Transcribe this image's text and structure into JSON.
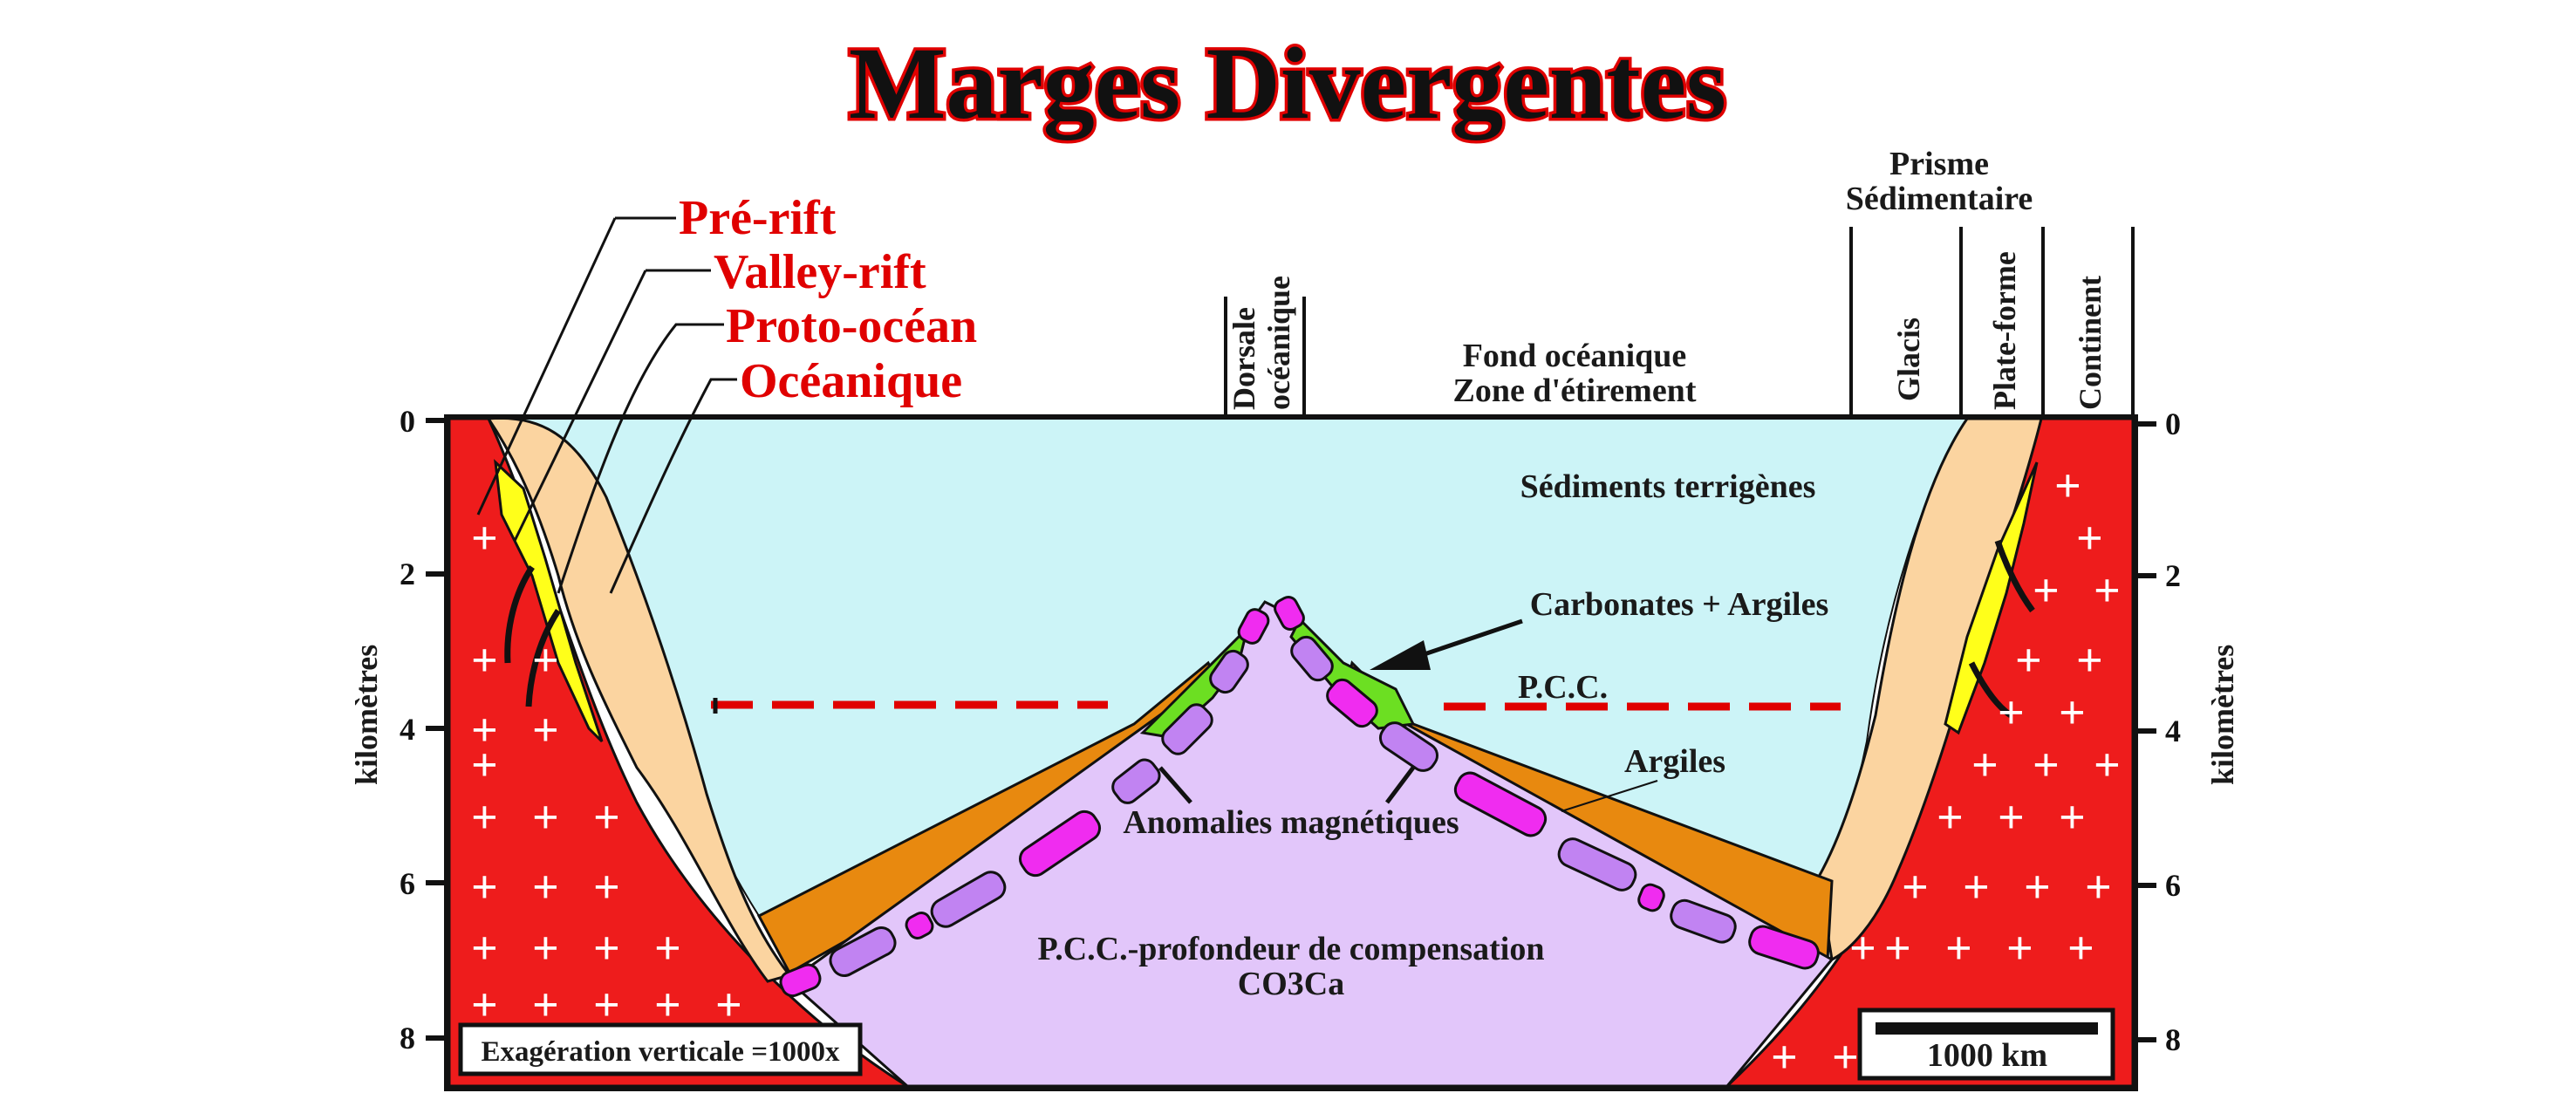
{
  "title": "Marges Divergentes",
  "phases": [
    "Pré-rift",
    "Valley-rift",
    "Proto-océan",
    "Océanique"
  ],
  "top_labels": {
    "ridge_line1": "Dorsale",
    "ridge_line2": "océanique",
    "floor_line1": "Fond océanique",
    "floor_line2": "Zone d'étirement",
    "prism_line1": "Prisme",
    "prism_line2": "Sédimentaire",
    "glacis": "Glacis",
    "plateforme": "Plate-forme",
    "continent": "Continent"
  },
  "labels": {
    "sediments": "Sédiments terrigènes",
    "carbonates": "Carbonates + Argiles",
    "pcc": "P.C.C.",
    "argiles": "Argiles",
    "anomalies": "Anomalies magnétiques",
    "pcc_def_line1": "P.C.C.-profondeur de compensation",
    "pcc_def_line2": "CO3Ca"
  },
  "axis": {
    "label": "kilomètres",
    "ticks": [
      "0",
      "2",
      "4",
      "6",
      "8"
    ]
  },
  "exaggeration": "Exagération verticale =1000x",
  "scale": "1000 km",
  "colors": {
    "continental_crust": "#ee1c1c",
    "ocean_water": "#ccf4f7",
    "prism_sediment": "#fbd4a0",
    "clays": "#e8890f",
    "oceanic_crust": "#e2c6fa",
    "anomaly_dark": "#f02cf0",
    "anomaly_light": "#c183f2",
    "carbonates": "#6cdf22",
    "synrift": "#ffff1a",
    "pcc_line": "#e00000",
    "title_outline": "#e00000"
  }
}
